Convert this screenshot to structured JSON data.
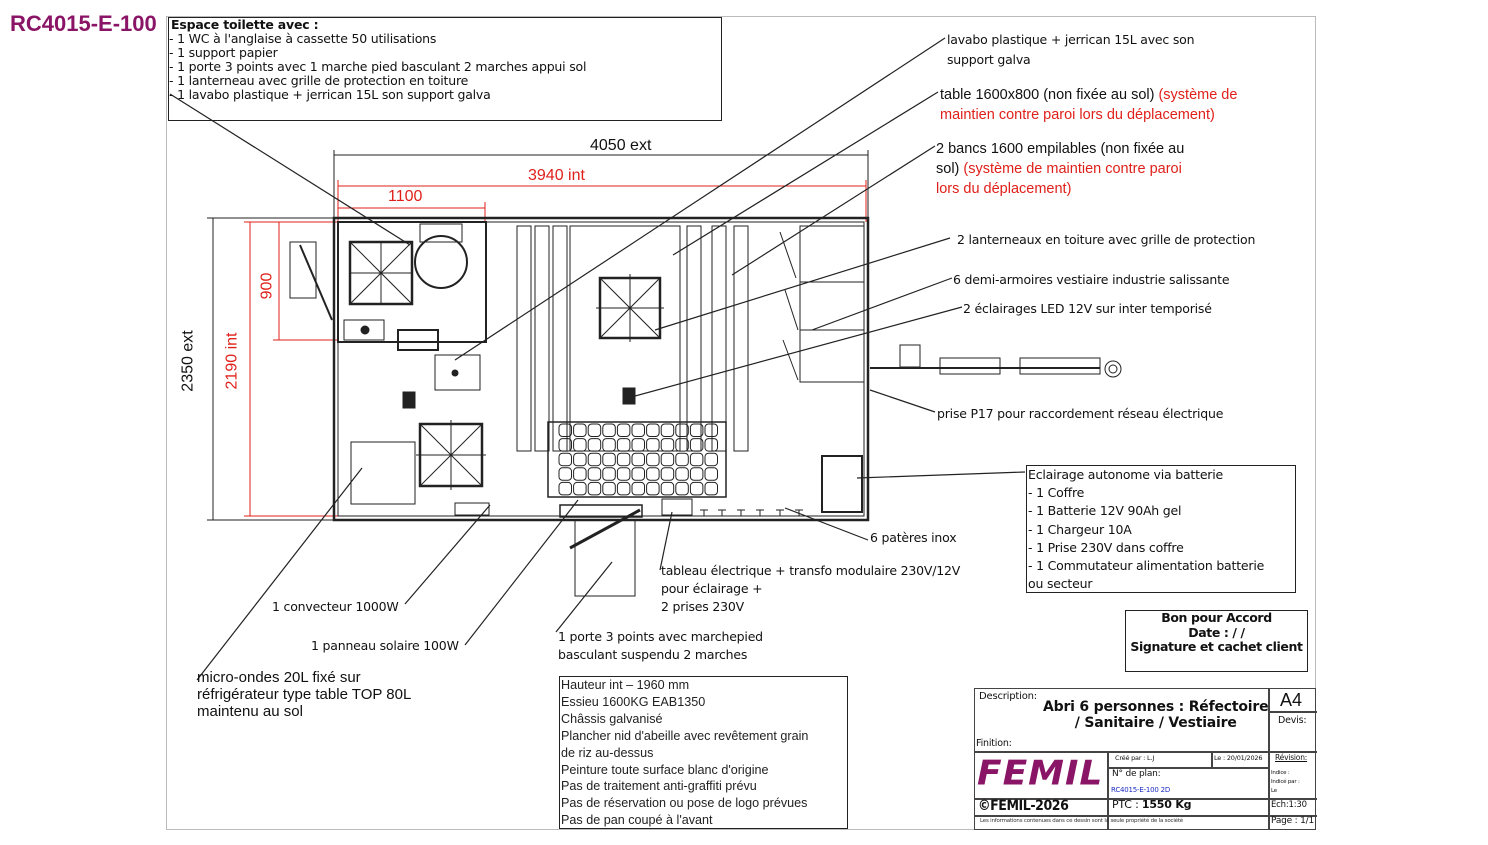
{
  "plan_ref": "RC4015-E-100",
  "toilet_box": {
    "title": "Espace toilette avec :",
    "items": [
      "- 1 WC à l'anglaise à cassette 50 utilisations",
      "- 1 support papier",
      "- 1 porte 3 points avec 1 marche pied basculant 2 marches appui sol",
      "- 1 lanterneau avec grille de protection en toiture",
      "- 1 lavabo plastique + jerrican 15L son support galva"
    ]
  },
  "dimensions": {
    "ext_length": "4050 ext",
    "int_length": "3940 int",
    "toilet_length": "1100",
    "ext_width": "2350 ext",
    "int_width": "2190 int",
    "toilet_width": "900"
  },
  "callouts": {
    "lavabo": [
      "lavabo plastique + jerrican 15L avec son",
      "support galva"
    ],
    "table": {
      "text": "table 1600x800 (non fixée au sol)",
      "red": " (système de",
      "red2": "maintien contre paroi lors du déplacement)"
    },
    "bancs": {
      "text": "2 bancs 1600 empilables (non fixée au",
      "text2": "sol)",
      "red": " (système de maintien contre paroi",
      "red2": "lors du déplacement)"
    },
    "lanterneaux": "2 lanterneaux en toiture avec grille de protection",
    "armoires": "6 demi-armoires vestiaire industrie salissante",
    "eclairages": "2 éclairages LED 12V sur inter temporisé",
    "prise": "prise P17 pour raccordement réseau électrique",
    "pateres": "6 patères inox",
    "tableau": [
      "tableau électrique + transfo modulaire  230V/12V",
      "pour éclairage +",
      "2 prises 230V"
    ],
    "porte": [
      "1 porte 3 points avec marchepied",
      "basculant suspendu 2 marches"
    ],
    "convecteur": "1 convecteur 1000W",
    "panneau": "1 panneau solaire 100W",
    "microondes": [
      "micro-ondes 20L fixé sur",
      "réfrigérateur type table TOP 80L",
      "maintenu au sol"
    ]
  },
  "battery_box": {
    "title": "Eclairage autonome via batterie",
    "items": [
      "- 1 Coffre",
      "- 1 Batterie 12V 90Ah gel",
      "- 1 Chargeur 10A",
      "- 1 Prise 230V dans coffre",
      "- 1 Commutateur alimentation batterie",
      "ou secteur"
    ]
  },
  "accord_box": [
    "Bon pour Accord",
    "Date :   /   /",
    "Signature et cachet client"
  ],
  "specs": [
    "Hauteur int – 1960 mm",
    "Essieu 1600KG EAB1350",
    "Châssis galvanisé",
    "Plancher nid d'abeille avec revêtement grain",
    "de riz au-dessus",
    "Peinture toute surface blanc d'origine",
    "Pas de traitement anti-graffiti prévu",
    "Pas de réservation ou pose de logo prévues",
    "Pas de pan coupé à l'avant"
  ],
  "title_block": {
    "description_label": "Description:",
    "description": [
      "Abri 6 personnes : Réfectoire",
      "/ Sanitaire / Vestiaire"
    ],
    "format": "A4",
    "devis_label": "Devis:",
    "finition_label": "Finition:",
    "logo": "FEMIL",
    "cree_par": "Créé par : L.J",
    "date": "Le : 20/01/2026",
    "revision_label": "Révision:",
    "indice": "Indice :",
    "indice_par": "Indicé par :",
    "le": "Le",
    "plan_label": "N° de plan:",
    "plan_number": "RC4015-E-100 2D",
    "copyright": "©FEMIL-2026",
    "ptc_label": "PTC : ",
    "ptc_value": "1550 Kg",
    "scale": "Ech:1:30",
    "page": "Page : 1/1",
    "disclaimer": "Les informations contenues dans ce dessin sont la seule propriété de la société"
  },
  "colors": {
    "accent": "#8a1466",
    "dimension_red": "#e0201a",
    "logo": "#8a1466",
    "plan_number": "#1a2cc0"
  }
}
